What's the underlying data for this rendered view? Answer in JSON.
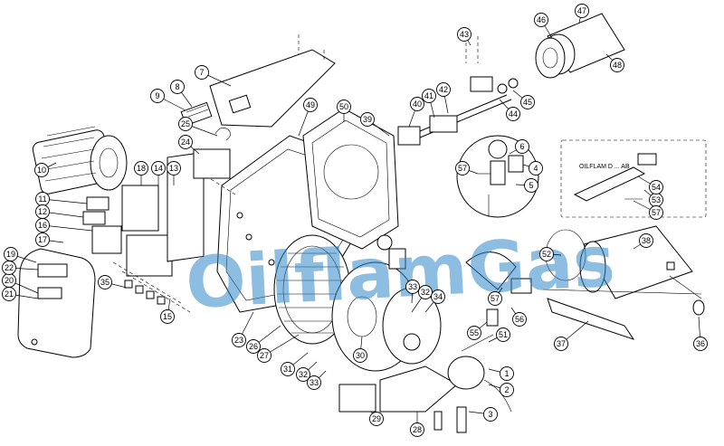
{
  "watermark": "OilflamGas",
  "inset_label": "OILFLAM D ... AB",
  "part_labels": [
    {
      "id": "p1",
      "n": "1"
    },
    {
      "id": "p2",
      "n": "2"
    },
    {
      "id": "p3",
      "n": "3"
    },
    {
      "id": "p4",
      "n": "4"
    },
    {
      "id": "p5",
      "n": "5"
    },
    {
      "id": "p6",
      "n": "6"
    },
    {
      "id": "p7",
      "n": "7"
    },
    {
      "id": "p8",
      "n": "8"
    },
    {
      "id": "p9",
      "n": "9"
    },
    {
      "id": "p10",
      "n": "10"
    },
    {
      "id": "p11",
      "n": "11"
    },
    {
      "id": "p12",
      "n": "12"
    },
    {
      "id": "p13",
      "n": "13"
    },
    {
      "id": "p14",
      "n": "14"
    },
    {
      "id": "p15",
      "n": "15"
    },
    {
      "id": "p16",
      "n": "16"
    },
    {
      "id": "p17",
      "n": "17"
    },
    {
      "id": "p18",
      "n": "18"
    },
    {
      "id": "p19",
      "n": "19"
    },
    {
      "id": "p20",
      "n": "20"
    },
    {
      "id": "p21",
      "n": "21"
    },
    {
      "id": "p22",
      "n": "22"
    },
    {
      "id": "p23",
      "n": "23"
    },
    {
      "id": "p24",
      "n": "24"
    },
    {
      "id": "p25",
      "n": "25"
    },
    {
      "id": "p26",
      "n": "26"
    },
    {
      "id": "p27",
      "n": "27"
    },
    {
      "id": "p28",
      "n": "28"
    },
    {
      "id": "p29",
      "n": "29"
    },
    {
      "id": "p30",
      "n": "30"
    },
    {
      "id": "p31",
      "n": "31"
    },
    {
      "id": "p32a",
      "n": "32"
    },
    {
      "id": "p32b",
      "n": "32"
    },
    {
      "id": "p33a",
      "n": "33"
    },
    {
      "id": "p33b",
      "n": "33"
    },
    {
      "id": "p34",
      "n": "34"
    },
    {
      "id": "p35",
      "n": "35"
    },
    {
      "id": "p36",
      "n": "36"
    },
    {
      "id": "p37",
      "n": "37"
    },
    {
      "id": "p38",
      "n": "38"
    },
    {
      "id": "p39",
      "n": "39"
    },
    {
      "id": "p40",
      "n": "40"
    },
    {
      "id": "p41",
      "n": "41"
    },
    {
      "id": "p42",
      "n": "42"
    },
    {
      "id": "p43",
      "n": "43"
    },
    {
      "id": "p44",
      "n": "44"
    },
    {
      "id": "p45",
      "n": "45"
    },
    {
      "id": "p46",
      "n": "46"
    },
    {
      "id": "p47",
      "n": "47"
    },
    {
      "id": "p48",
      "n": "48"
    },
    {
      "id": "p49",
      "n": "49"
    },
    {
      "id": "p50",
      "n": "50"
    },
    {
      "id": "p51",
      "n": "51"
    },
    {
      "id": "p52",
      "n": "52"
    },
    {
      "id": "p53",
      "n": "53"
    },
    {
      "id": "p54",
      "n": "54"
    },
    {
      "id": "p55",
      "n": "55"
    },
    {
      "id": "p56",
      "n": "56"
    },
    {
      "id": "p57a",
      "n": "57"
    },
    {
      "id": "p57b",
      "n": "57"
    },
    {
      "id": "p57c",
      "n": "57"
    }
  ]
}
